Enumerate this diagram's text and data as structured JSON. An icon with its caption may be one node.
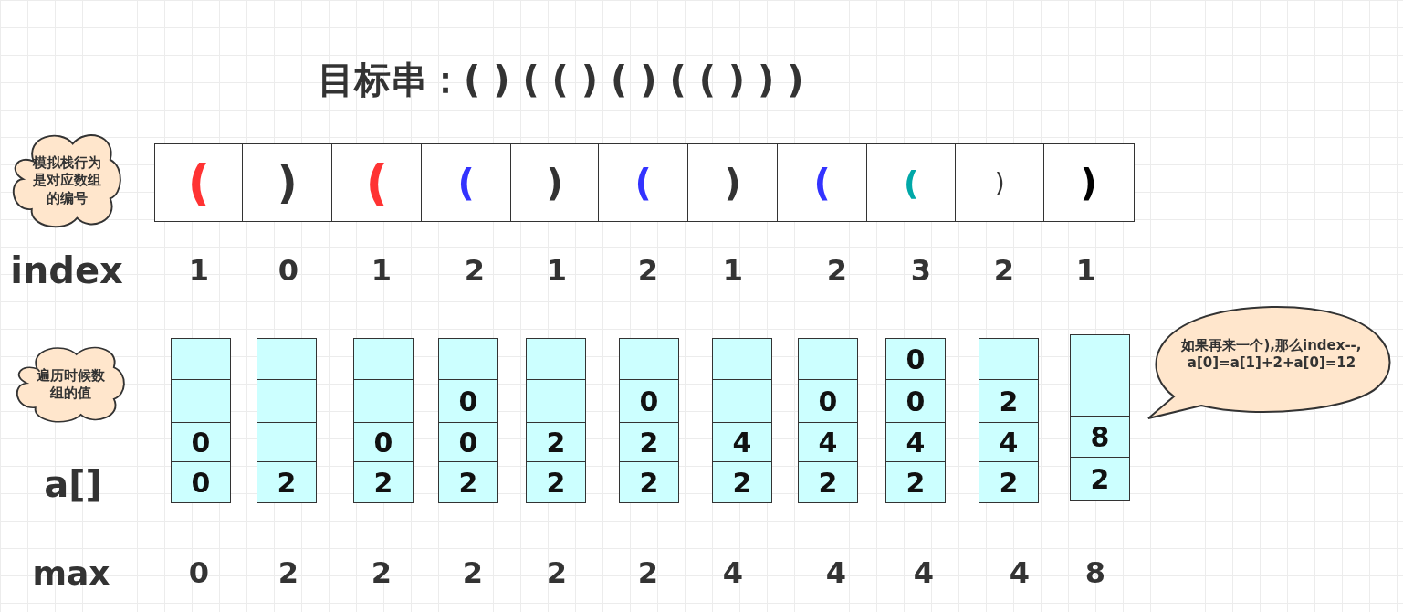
{
  "diagram": {
    "title": "目标串：( ) ( ( ) ( ) ( ( ) ) )",
    "nodes": [
      {
        "text": [
          "模拟栈行为是对应数组的编号"
        ]
      },
      {
        "text": [
          "("
        ]
      },
      {
        "text": [
          ")"
        ]
      },
      {
        "text": [
          "("
        ]
      },
      {
        "text": [
          "("
        ]
      },
      {
        "text": [
          ")"
        ]
      },
      {
        "text": [
          "("
        ]
      },
      {
        "text": [
          ")"
        ]
      },
      {
        "text": [
          "("
        ]
      },
      {
        "text": [
          "("
        ]
      },
      {
        "text": [
          ")"
        ]
      },
      {
        "text": [
          ")"
        ]
      },
      {
        "text": [
          "遍历时候数组的值"
        ]
      },
      {
        "text": [],
        "shape": "box"
      },
      {
        "text": [],
        "shape": "box"
      },
      {
        "text": [
          "0"
        ]
      },
      {
        "text": [
          "0"
        ]
      },
      {
        "text": [],
        "shape": "box"
      },
      {
        "text": [],
        "shape": "box"
      },
      {
        "text": [],
        "shape": "box"
      },
      {
        "text": [
          "2"
        ]
      },
      {
        "text": [],
        "shape": "box"
      },
      {
        "text": [],
        "shape": "box"
      },
      {
        "text": [
          "0"
        ]
      },
      {
        "text": [
          "2"
        ]
      },
      {
        "text": [],
        "shape": "box"
      },
      {
        "text": [
          "0"
        ]
      },
      {
        "text": [
          "0"
        ]
      },
      {
        "text": [
          "2"
        ]
      },
      {
        "text": [],
        "shape": "box"
      },
      {
        "text": [],
        "shape": "box"
      },
      {
        "text": [
          "2"
        ]
      },
      {
        "text": [
          "2"
        ]
      },
      {
        "text": [],
        "shape": "box"
      },
      {
        "text": [
          "0"
        ]
      },
      {
        "text": [
          "2"
        ]
      },
      {
        "text": [
          "2"
        ]
      },
      {
        "text": [],
        "shape": "box"
      },
      {
        "text": [],
        "shape": "box"
      },
      {
        "text": [
          "4"
        ]
      },
      {
        "text": [
          "2"
        ]
      },
      {
        "text": [],
        "shape": "box"
      },
      {
        "text": [
          "0"
        ]
      },
      {
        "text": [
          "4"
        ]
      },
      {
        "text": [
          "2"
        ]
      },
      {
        "text": [
          "0"
        ]
      },
      {
        "text": [
          "0"
        ]
      },
      {
        "text": [
          "4"
        ]
      },
      {
        "text": [
          "2"
        ]
      },
      {
        "text": [],
        "shape": "box"
      },
      {
        "text": [
          "2"
        ]
      },
      {
        "text": [
          "4"
        ]
      },
      {
        "text": [
          "2"
        ]
      },
      {
        "text": [],
        "shape": "box"
      },
      {
        "text": [],
        "shape": "box"
      },
      {
        "text": [
          "8"
        ]
      },
      {
        "text": [
          "2"
        ]
      },
      {
        "text": [
          "如果再来一个),那么index--, a[0]=a[1]+2+a[0]=12"
        ]
      }
    ],
    "labels": [
      "index",
      "1",
      "0",
      "1",
      "2",
      "1",
      "2",
      "1",
      "2",
      "3",
      "2",
      "1",
      "a[]",
      "max",
      "0",
      "2",
      "2",
      "2",
      "2",
      "2",
      "4",
      "4",
      "4",
      "4",
      "8"
    ]
  }
}
